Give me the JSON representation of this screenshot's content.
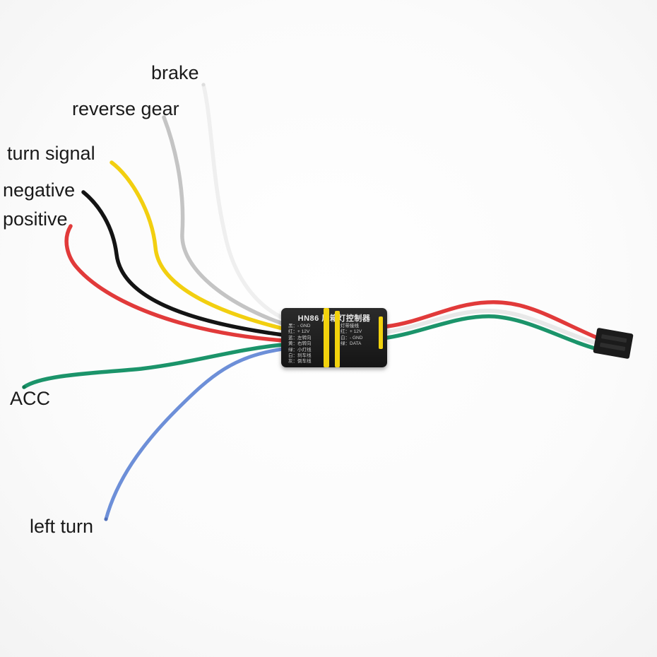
{
  "labels": {
    "brake": "brake",
    "reverse_gear": "reverse gear",
    "turn_signal": "turn signal",
    "negative": "negative",
    "positive": "positive",
    "acc": "ACC",
    "left_turn": "left turn"
  },
  "module": {
    "title": "HN86 尾箱灯控制器",
    "left_rows": [
      "黑：- GND",
      "红：+ 12V",
      "蓝：左转向",
      "黄：右转向",
      "绿：小灯线",
      "白：刹车线",
      "灰：倒车线"
    ],
    "right_header": "灯带接线",
    "right_rows": [
      "红：+ 12V",
      "白：- GND",
      "绿：DATA"
    ]
  },
  "colors": {
    "brake_wire": "#f4f4f4",
    "reverse_wire": "#c9c9c9",
    "turn_signal_wire": "#f5d10c",
    "negative_wire": "#151515",
    "positive_wire": "#e23b3b",
    "acc_wire": "#1e9a6a",
    "left_turn_wire": "#6f8fd6",
    "module_body": "#1c1c1c",
    "connector": "#1a1a1a"
  }
}
